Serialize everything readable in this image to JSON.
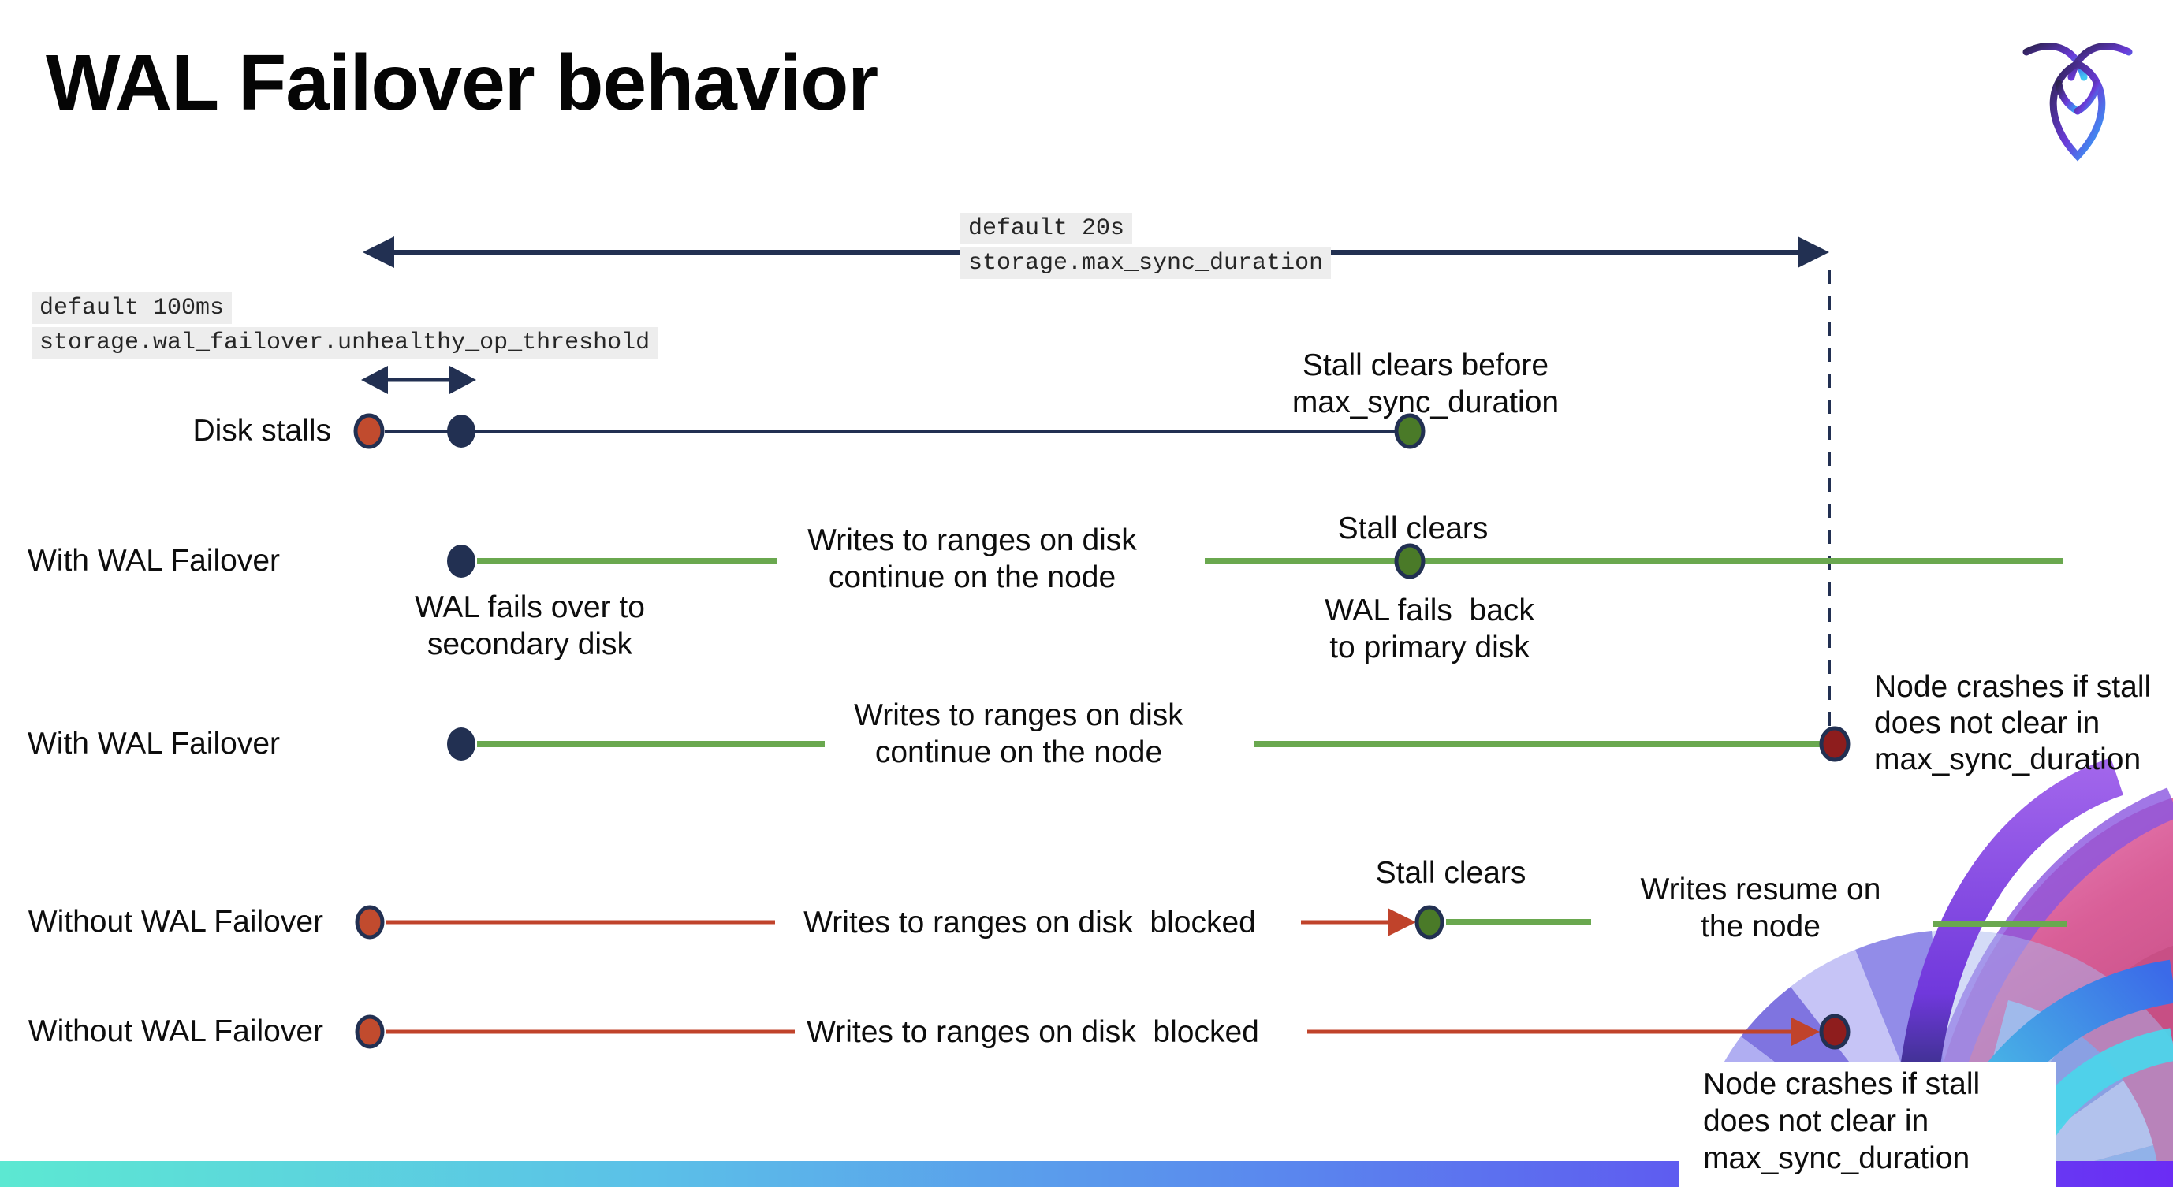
{
  "slide": {
    "title": "WAL Failover behavior"
  },
  "settings_labels": {
    "max_sync": {
      "default_value": "default 20s",
      "setting_name": "storage.max_sync_duration"
    },
    "unhealthy_op": {
      "default_value": "default 100ms",
      "setting_name": "storage.wal_failover.unhealthy_op_threshold"
    }
  },
  "rows": {
    "disk_stalls": {
      "label": "Disk stalls",
      "stall_note": "Stall clears before\nmax_sync_duration"
    },
    "with_failover_1": {
      "label": "With WAL Failover",
      "failover_note": "WAL fails over to\nsecondary disk",
      "writes_note": "Writes to ranges on disk\ncontinue on the node",
      "stall_note": "Stall clears",
      "failback_note": "WAL fails  back\nto primary disk"
    },
    "with_failover_2": {
      "label": "With WAL Failover",
      "writes_note": "Writes to ranges on disk\ncontinue on the node",
      "crash_note": "Node crashes if stall\ndoes not clear in\nmax_sync_duration"
    },
    "without_failover_1": {
      "label": "Without WAL Failover",
      "writes_note": "Writes to ranges on disk  blocked",
      "stall_note": "Stall clears",
      "resume_note": "Writes resume on\nthe node"
    },
    "without_failover_2": {
      "label": "Without WAL Failover",
      "writes_note": "Writes to ranges on disk  blocked",
      "crash_note": "Node crashes if stall\ndoes not clear in\nmax_sync_duration"
    }
  },
  "icons": {
    "logo": "cockroachdb-logo"
  },
  "colors": {
    "navy": "#223052",
    "green_line": "#6aa84f",
    "green_dot": "#4a7a28",
    "red_line": "#c0432b",
    "red_dot": "#c14b2e",
    "dark_red_dot": "#8e1d1d",
    "highlight_bg": "#ededed",
    "bar_gradient_left": "#5ce8d2",
    "bar_gradient_right": "#6b2cf4"
  }
}
